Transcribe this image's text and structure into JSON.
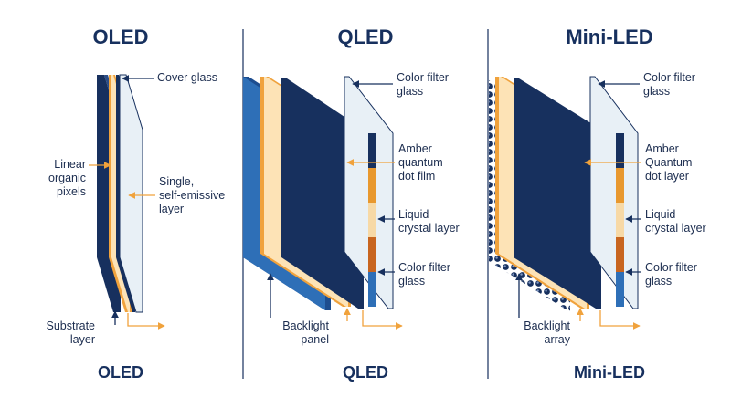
{
  "colors": {
    "navy": "#17305e",
    "blue": "#2e6fb7",
    "orange": "#f0a23c",
    "glass": "#e8f0f6",
    "arrow": "#17305e"
  },
  "oled": {
    "title": "OLED",
    "footer": "OLED",
    "labels": {
      "cover_glass": "Cover glass",
      "linear_pixels": "Linear\norganic\npixels",
      "single_layer": "Single,\nself-emissive\nlayer",
      "substrate": "Substrate\nlayer"
    }
  },
  "qled": {
    "title": "QLED",
    "footer": "QLED",
    "labels": {
      "color_filter_top": "Color filter\nglass",
      "qd_film": "Amber\nquantum\ndot film",
      "liquid_crystal": "Liquid\ncrystal layer",
      "color_filter_bottom": "Color filter\nglass",
      "backlight": "Backlight\npanel"
    }
  },
  "miniled": {
    "title": "Mini-LED",
    "footer": "Mini-LED",
    "labels": {
      "color_filter_top": "Color filter\nglass",
      "qd_layer": "Amber\nQuantum\ndot layer",
      "liquid_crystal": "Liquid\ncrystal layer",
      "color_filter_bottom": "Color filter\nglass",
      "backlight": "Backlight\narray"
    }
  }
}
